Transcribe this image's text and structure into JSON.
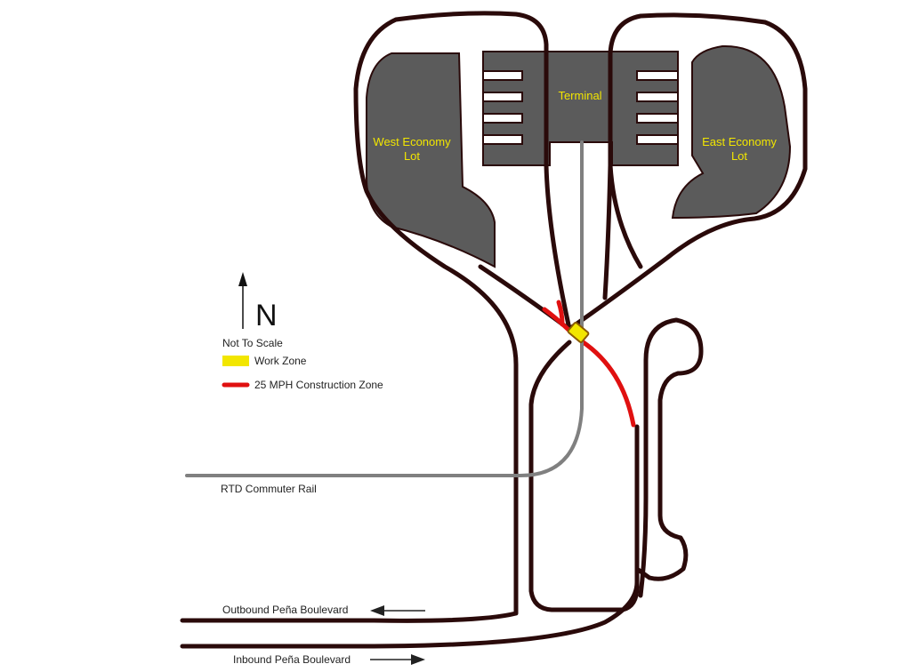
{
  "labels": {
    "terminal": "Terminal",
    "west_lot_line1": "West Economy",
    "west_lot_line2": "Lot",
    "east_lot_line1": "East Economy",
    "east_lot_line2": "Lot",
    "rail": "RTD Commuter Rail",
    "outbound": "Outbound Peña Boulevard",
    "inbound": "Inbound Peña Boulevard"
  },
  "legend": {
    "north": "N",
    "scale_note": "Not To Scale",
    "work_zone": "Work Zone",
    "construction_zone": "25 MPH Construction Zone"
  },
  "colors": {
    "road": "#2a0a0a",
    "construction_zone": "#e01010",
    "work_zone": "#f2e600",
    "rail": "#808080",
    "parking": "#5b5b5b",
    "label_on_dark": "#f2e600"
  }
}
